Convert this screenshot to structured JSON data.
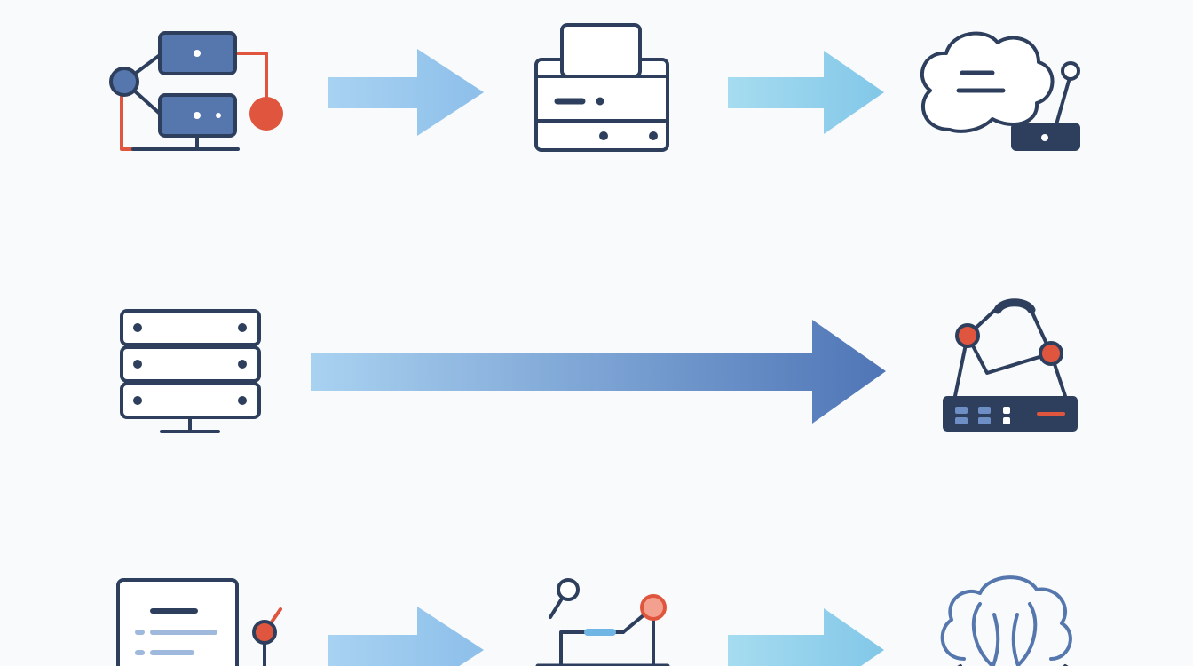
{
  "colors": {
    "background": "#f8fafc",
    "navy": "#2e3f5e",
    "slate_blue": "#5577ad",
    "accent_red": "#e0553d",
    "arrow_light": "#9ccaee",
    "arrow_sky": "#8fd0ea",
    "arrow_deep": "#4f75b6"
  },
  "rows": [
    {
      "nodes": [
        {
          "icon": "network-topology-icon"
        },
        {
          "icon": "printer-device-icon"
        },
        {
          "icon": "cloud-router-icon"
        }
      ],
      "connectors": [
        "right-arrow",
        "right-arrow"
      ]
    },
    {
      "nodes": [
        {
          "icon": "server-rack-icon"
        },
        {
          "icon": "network-switch-icon"
        }
      ],
      "connectors": [
        "long-right-arrow"
      ]
    },
    {
      "nodes": [
        {
          "icon": "document-icon"
        },
        {
          "icon": "robot-arm-icon"
        },
        {
          "icon": "cloud-icon"
        }
      ],
      "connectors": [
        "right-arrow",
        "right-arrow"
      ]
    }
  ]
}
